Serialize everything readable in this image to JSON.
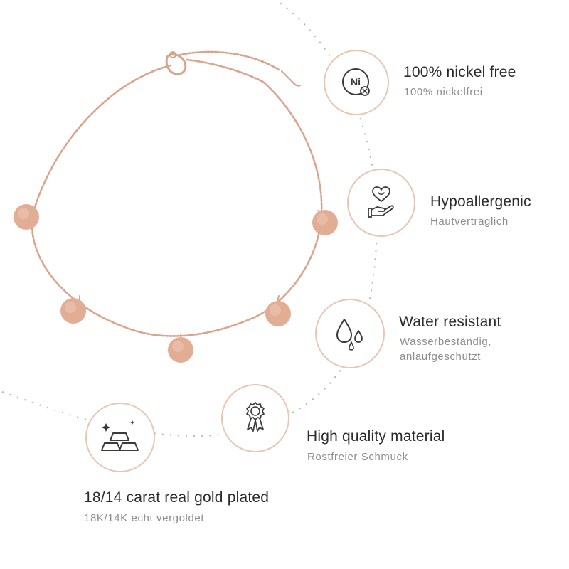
{
  "features": [
    {
      "id": "nickel",
      "icon": "nickel-free-icon",
      "title": "100% nickel free",
      "subtitle": [
        "100% nickelfrei"
      ]
    },
    {
      "id": "hypo",
      "icon": "heart-hand-icon",
      "title": "Hypoallergenic",
      "subtitle": [
        "Hautverträglich"
      ]
    },
    {
      "id": "water",
      "icon": "water-drops-icon",
      "title": "Water resistant",
      "subtitle": [
        "Wasserbeständig,",
        "anlaufgeschützt"
      ]
    },
    {
      "id": "quality",
      "icon": "award-rosette-icon",
      "title": "High quality material",
      "subtitle": [
        "Rostfreier Schmuck"
      ]
    },
    {
      "id": "gold",
      "icon": "gold-bars-icon",
      "title": "18/14 carat real gold plated",
      "subtitle": [
        "18K/14K echt vergoldet"
      ]
    }
  ],
  "nickel_icon_label": "Ni",
  "colors": {
    "accent": "#e8c6b4",
    "icon": "#3a3a3a",
    "title": "#2b2b2b",
    "subtitle": "#8d8d8d",
    "dots": "#b5b5b5",
    "gold": "#d9a48c"
  }
}
